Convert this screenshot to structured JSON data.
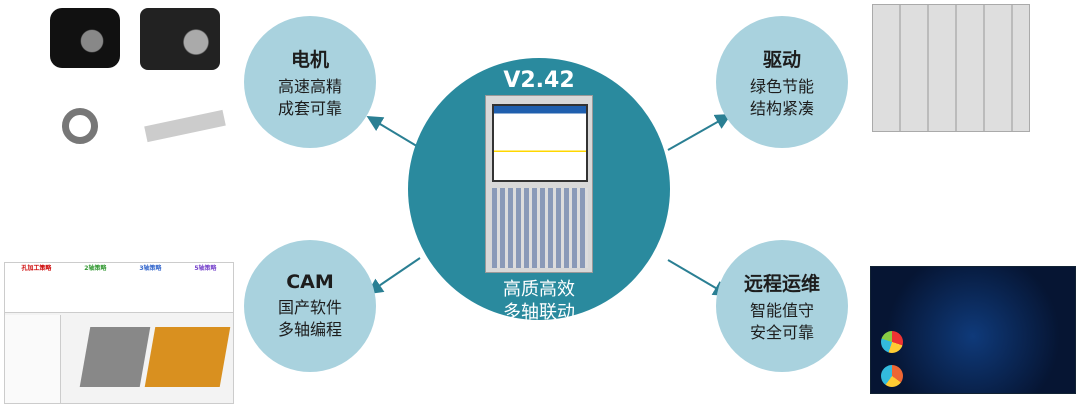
{
  "center": {
    "version": "V2.42",
    "line1": "高质高效",
    "line2": "多轴联动"
  },
  "nodes": [
    {
      "title": "电机",
      "line1": "高速高精",
      "line2": "成套可靠"
    },
    {
      "title": "驱动",
      "line1": "绿色节能",
      "line2": "结构紧凑"
    },
    {
      "title": "CAM",
      "line1": "国产软件",
      "line2": "多轴编程"
    },
    {
      "title": "远程运维",
      "line1": "智能值守",
      "line2": "安全可靠"
    }
  ],
  "cam_screenshot": {
    "labels": [
      "孔加工策略",
      "2轴策略",
      "3轴策略",
      "5轴策略"
    ]
  },
  "colors": {
    "center": "#2a8a9e",
    "node": "#a9d2de",
    "arrow": "#2a7f93"
  }
}
